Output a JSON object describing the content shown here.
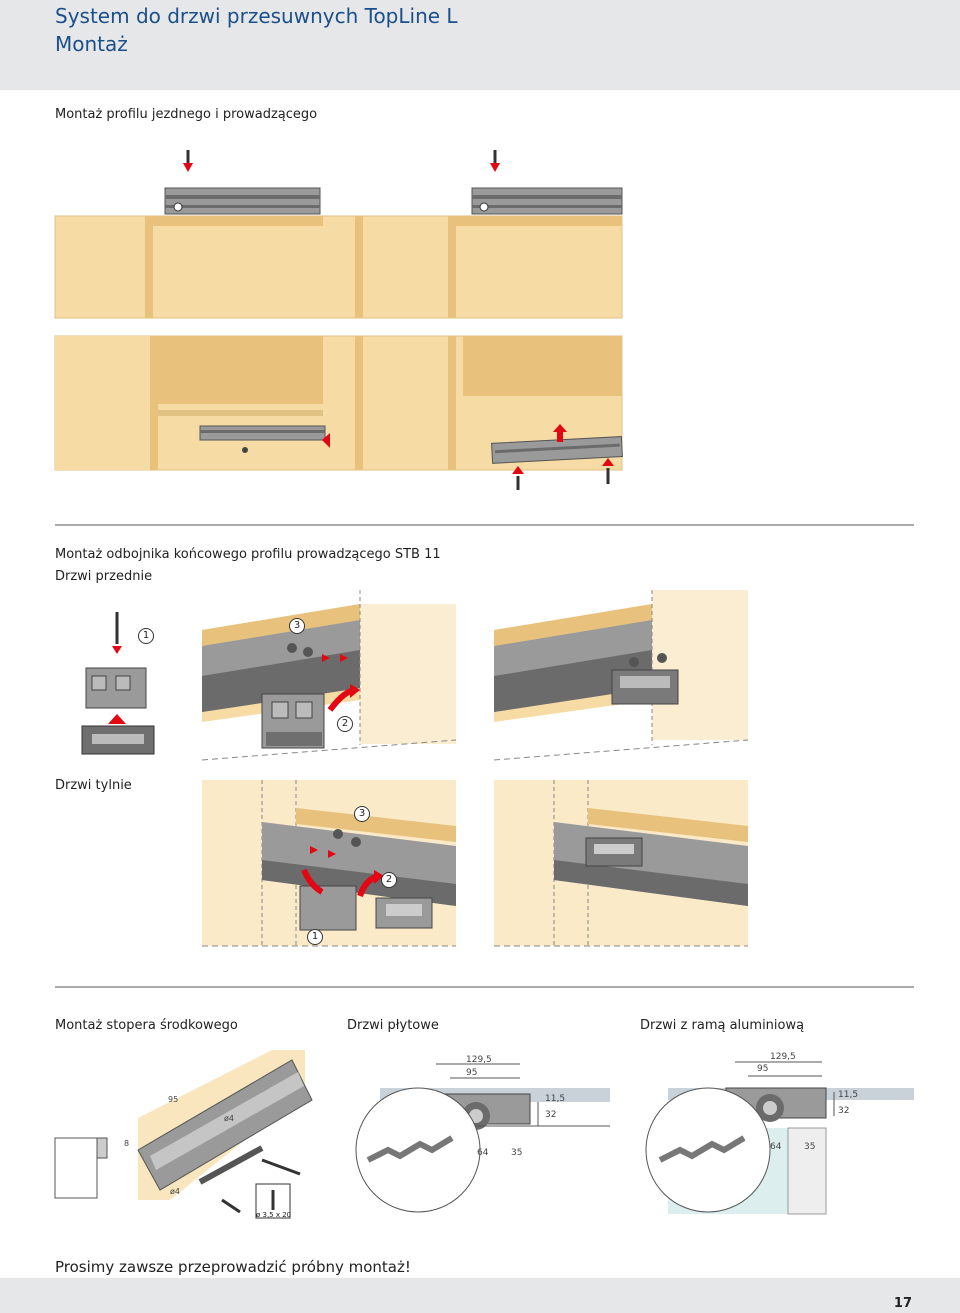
{
  "header": {
    "title_line1": "System do drzwi przesuwnych TopLine L",
    "title_line2": "Montaż"
  },
  "sections": {
    "profile": "Montaż profilu jezdnego i prowadzącego",
    "stopper": "Montaż odbojnika końcowego profilu prowadzącego STB 11",
    "front": "Drzwi przednie",
    "rear": "Drzwi tylnie",
    "middle": "Montaż stopera środkowego",
    "panel": "Drzwi płytowe",
    "alu": "Drzwi z ramą aluminiową"
  },
  "callouts": {
    "n1": "1",
    "n2": "2",
    "n3": "3"
  },
  "dimensions": {
    "d129": "129,5",
    "d95": "95",
    "d115": "11,5",
    "d32": "32",
    "d64": "64",
    "d35": "35",
    "d8": "8",
    "phi4": "ø4",
    "screw": "ø 3,5 x 20"
  },
  "footer": {
    "note": "Prosimy zawsze przeprowadzić próbny montaż!",
    "page": "17"
  },
  "colors": {
    "wood": "#f6dca4",
    "wood_dark": "#e8c27c",
    "rail": "#8a8a8a",
    "arrow_red": "#e30613",
    "title_blue": "#1b4f8a"
  }
}
